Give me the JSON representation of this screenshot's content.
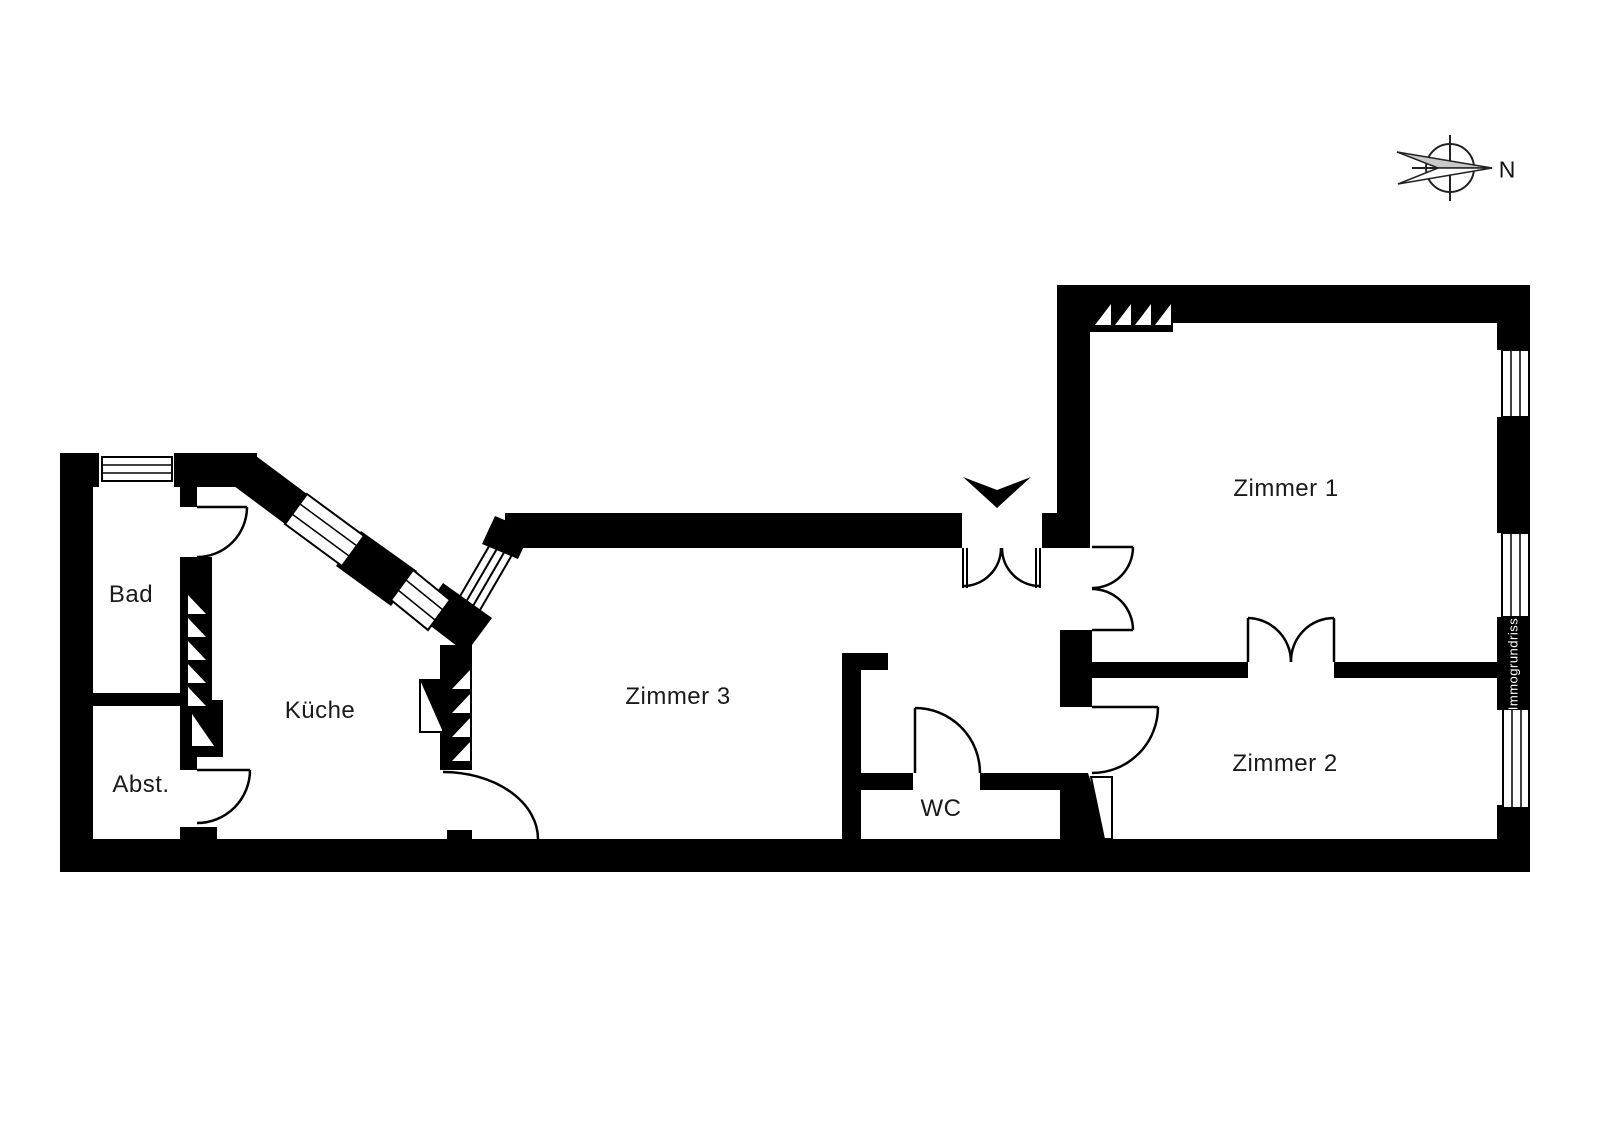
{
  "compass": {
    "label": "N"
  },
  "watermark": {
    "text": "Immogrundriss"
  },
  "rooms": {
    "bad": {
      "label": "Bad"
    },
    "abst": {
      "label": "Abst."
    },
    "kueche": {
      "label": "Küche"
    },
    "zimmer3": {
      "label": "Zimmer 3"
    },
    "wc": {
      "label": "WC"
    },
    "zimmer1": {
      "label": "Zimmer 1"
    },
    "zimmer2": {
      "label": "Zimmer 2"
    }
  },
  "colors": {
    "wall": "#000000",
    "background": "#ffffff",
    "label": "#1a1a1a",
    "needle": "#c9c9c9"
  }
}
